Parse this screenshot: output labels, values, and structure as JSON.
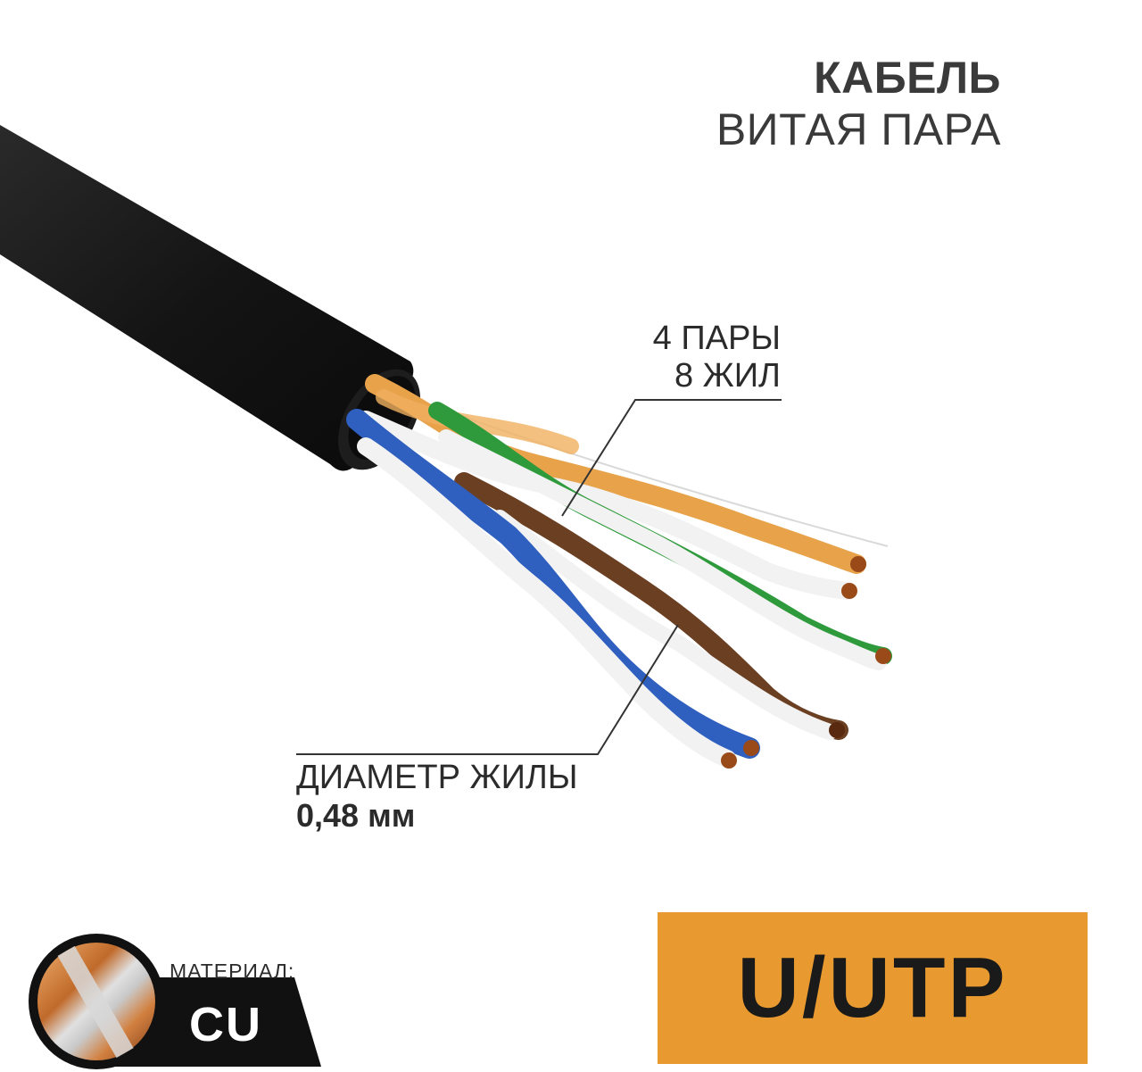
{
  "title": {
    "main": "КАБЕЛЬ",
    "sub": "ВИТАЯ ПАРА"
  },
  "callouts": {
    "pairs_line1": "4 ПАРЫ",
    "pairs_line2": "8 ЖИЛ",
    "diameter_label": "ДИАМЕТР ЖИЛЫ",
    "diameter_value": "0,48 мм"
  },
  "material": {
    "label": "МАТЕРИАЛ:",
    "value": "CU"
  },
  "badge": {
    "text": "U/UTP",
    "color": "#e89a30"
  },
  "colors": {
    "jacket": "#151515",
    "pair_orange": "#e8a24a",
    "pair_green": "#2f9a3c",
    "pair_blue": "#2f5fbf",
    "pair_brown": "#6b3f22",
    "copper": "#b5652a"
  }
}
